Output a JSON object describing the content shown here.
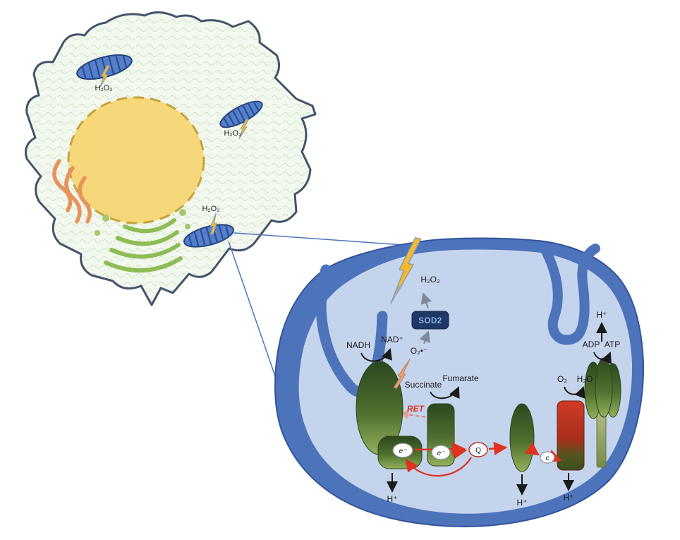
{
  "figure": {
    "cell": {
      "mito_h2o2_labels": [
        "H₂O₂",
        "H₂O₂",
        "H₂O₂"
      ]
    },
    "etc_labels": {
      "h2o2": "H₂O₂",
      "sod2": "SOD2",
      "superoxide": "O₂•⁻",
      "nadh": "NADH",
      "nad_plus": "NAD⁺",
      "succinate": "Succinate",
      "fumarate": "Fumarate",
      "ret": "RET",
      "electron": "e⁻",
      "q": "Q",
      "cyt_c": "c",
      "o2": "O₂",
      "h2o": "H₂O",
      "h_plus": "H⁺",
      "adp": "ADP",
      "atp": "ATP"
    },
    "colors": {
      "membrane_blue": "#4d74ba",
      "matrix_blue": "#c5d4ed",
      "cell_fill": "#f3f8ef",
      "cell_outline": "#43536a",
      "nucleus_yellow": "#f6d87a",
      "nucleus_dash": "#c8a33b",
      "er_orange": "#e8935c",
      "golgi_green": "#8fbc55",
      "mito_blue": "#567fc9",
      "mito_stripe": "#2a4d94",
      "complex_green_dark": "#2c471e",
      "complex_green_light": "#93b05c",
      "complex_iv_red": "#c93a28",
      "arrow_red": "#e0321e",
      "bolt_yellow": "#f2ba2c",
      "sod2_navy": "#1f3864",
      "sod2_text": "#8eb4e3"
    }
  }
}
